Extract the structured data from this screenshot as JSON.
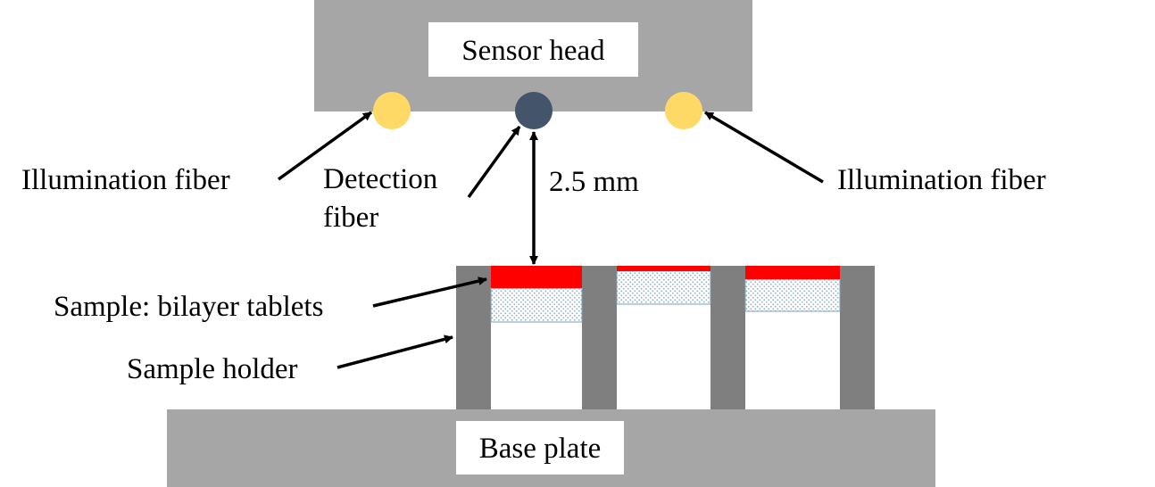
{
  "labels": {
    "sensor_head": "Sensor head",
    "illumination_fiber_left": "Illumination fiber",
    "detection_fiber_line1": "Detection",
    "detection_fiber_line2": "fiber",
    "distance": "2.5 mm",
    "illumination_fiber_right": "Illumination fiber",
    "sample": "Sample: bilayer tablets",
    "sample_holder": "Sample holder",
    "base_plate": "Base plate"
  },
  "colors": {
    "block_gray": "#a6a6a6",
    "holder_gray": "#7f7f7f",
    "illumination_fiber": "#ffd966",
    "detection_fiber": "#44546a",
    "tablet_top_layer": "#ff0000",
    "tablet_bottom_dots": "#8fb0c8",
    "label_box": "#ffffff",
    "arrow": "#000000"
  }
}
